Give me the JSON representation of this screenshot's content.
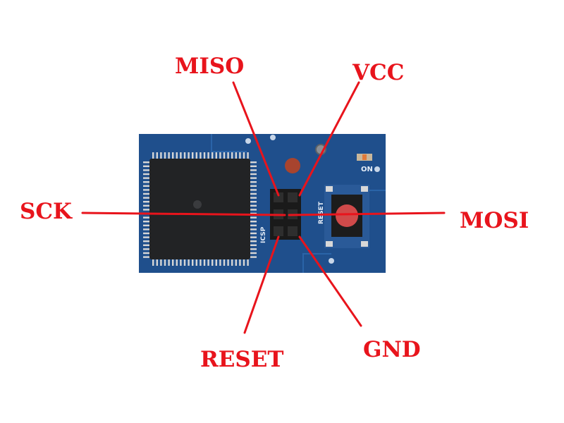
{
  "pins": [
    {
      "id": "miso",
      "label": "MISO"
    },
    {
      "id": "vcc",
      "label": "VCC"
    },
    {
      "id": "sck",
      "label": "SCK"
    },
    {
      "id": "mosi",
      "label": "MOSI"
    },
    {
      "id": "reset",
      "label": "RESET"
    },
    {
      "id": "gnd",
      "label": "GND"
    }
  ],
  "board": {
    "led_label": "ON",
    "header_label": "ICSP",
    "button_label": "RESET"
  },
  "colors": {
    "label": "#e8141c",
    "pcb": "#1f4f8c",
    "chip": "#222325",
    "button": "#d04a4a"
  }
}
